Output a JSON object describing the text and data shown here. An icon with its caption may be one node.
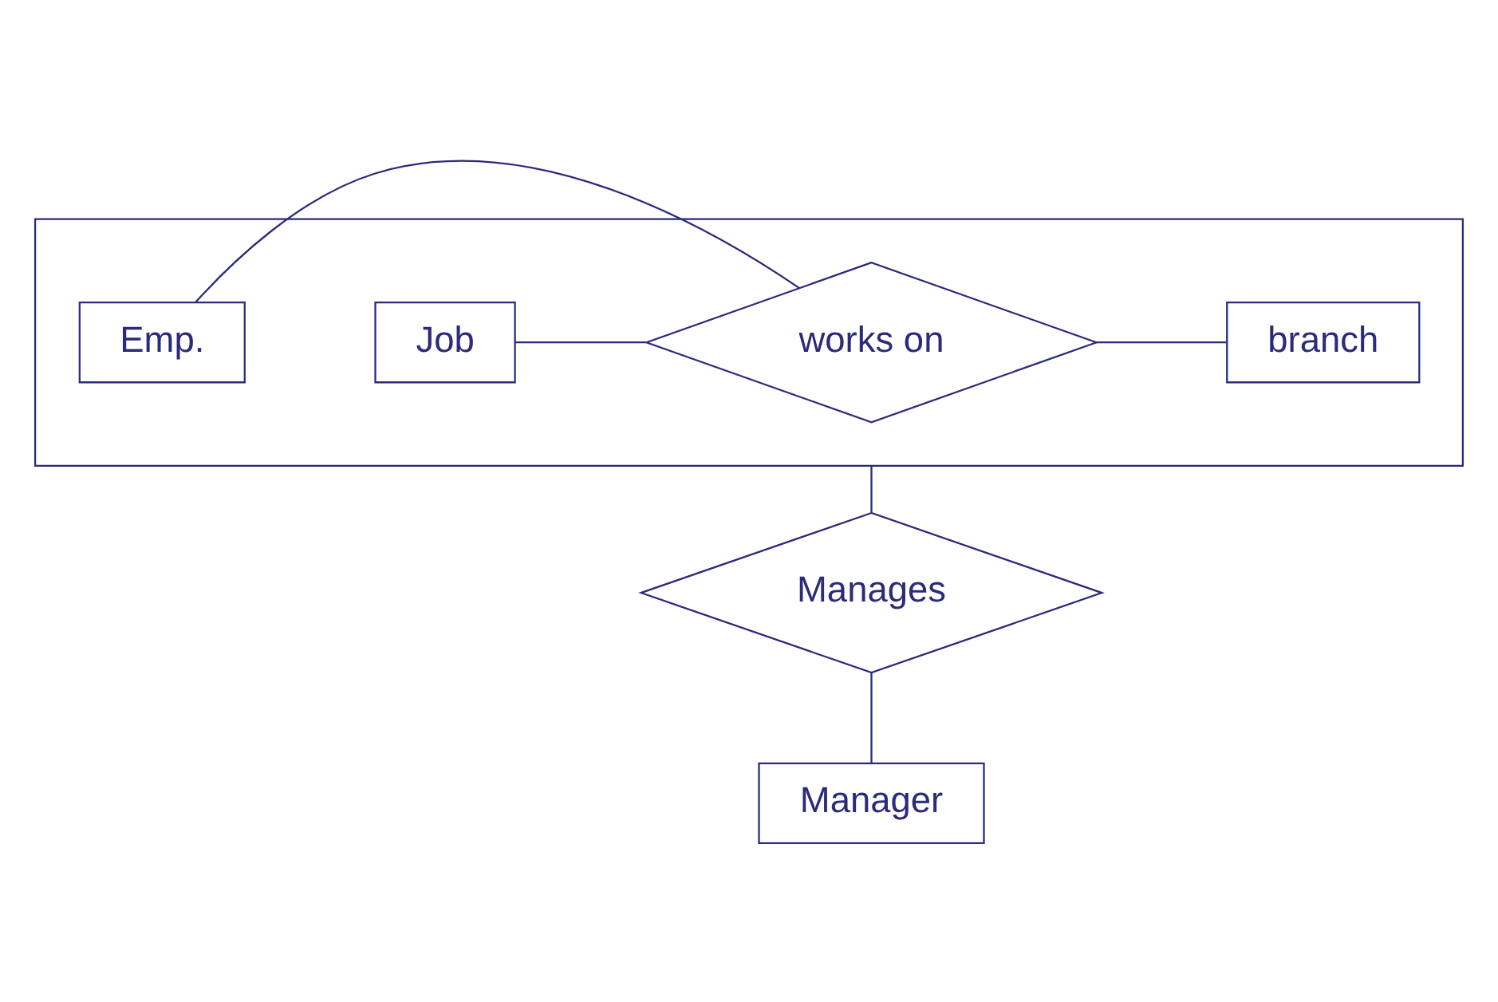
{
  "diagram": {
    "nodes": [
      {
        "text": [],
        "shape": "box"
      },
      {
        "text": [
          "Job"
        ],
        "in": 0
      },
      {
        "text": [
          "Emp."
        ],
        "in": 0
      },
      {
        "text": [
          "works on"
        ],
        "in": 0
      },
      {
        "text": [
          "branch"
        ],
        "in": 0
      },
      {
        "text": [
          "Manages"
        ]
      },
      {
        "text": [
          "Manager"
        ]
      }
    ],
    "edges": [
      {
        "from": 1,
        "to": 3,
        "arrow": "none"
      },
      {
        "from": 2,
        "to": 3,
        "arrow": "none"
      },
      {
        "from": 3,
        "to": 4,
        "arrow": "none"
      },
      {
        "from": 0,
        "to": 5,
        "arrow": "none"
      },
      {
        "from": 5,
        "to": 6,
        "arrow": "none"
      }
    ]
  }
}
